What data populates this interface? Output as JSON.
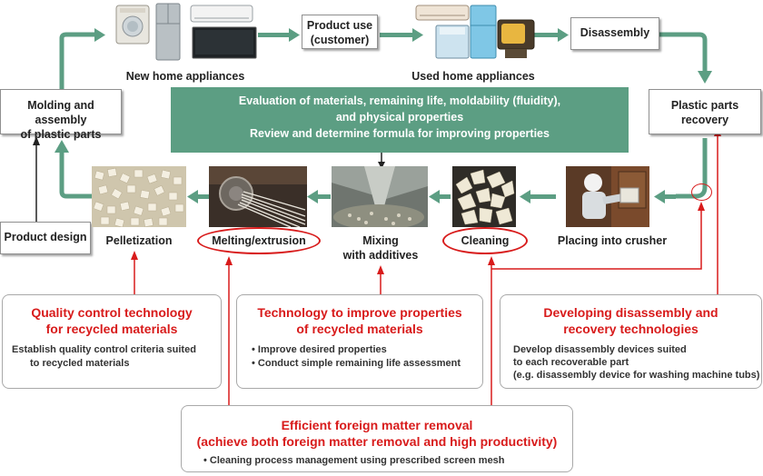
{
  "colors": {
    "flow_arrow": "#5c9e83",
    "banner": "#5c9e83",
    "highlight_red": "#d81b1b"
  },
  "top": {
    "product_use": [
      "Product use",
      "(customer)"
    ],
    "new_appliances": "New home appliances",
    "used_appliances": "Used home appliances",
    "disassembly": "Disassembly"
  },
  "side": {
    "molding": [
      "Molding and assembly",
      "of plastic parts"
    ],
    "recovery": [
      "Plastic parts",
      "recovery"
    ],
    "product_design": "Product design"
  },
  "banner": {
    "line1": "Evaluation of materials, remaining life, moldability (fluidity),",
    "line2": "and physical properties",
    "line3": "Review and determine formula for improving properties"
  },
  "process": {
    "pelletization": "Pelletization",
    "melting": "Melting/extrusion",
    "mixing": [
      "Mixing",
      "with additives"
    ],
    "cleaning": "Cleaning",
    "crusher": "Placing into crusher"
  },
  "panels": {
    "quality": {
      "title": [
        "Quality control technology",
        "for recycled materials"
      ],
      "body": [
        "Establish quality control criteria suited",
        "to recycled materials"
      ]
    },
    "properties": {
      "title": [
        "Technology to improve properties",
        "of recycled materials"
      ],
      "bullets": [
        "• Improve desired properties",
        "• Conduct simple remaining life assessment"
      ]
    },
    "disassembly_tech": {
      "title": [
        "Developing disassembly and",
        "recovery technologies"
      ],
      "body": [
        "Develop disassembly devices suited",
        "to each recoverable part",
        "(e.g. disassembly device for washing machine tubs)"
      ]
    },
    "foreign": {
      "title": [
        "Efficient foreign matter removal",
        "(achieve both foreign matter removal and high productivity)"
      ],
      "bullets": [
        "• Cleaning process management using prescribed screen mesh"
      ]
    }
  }
}
